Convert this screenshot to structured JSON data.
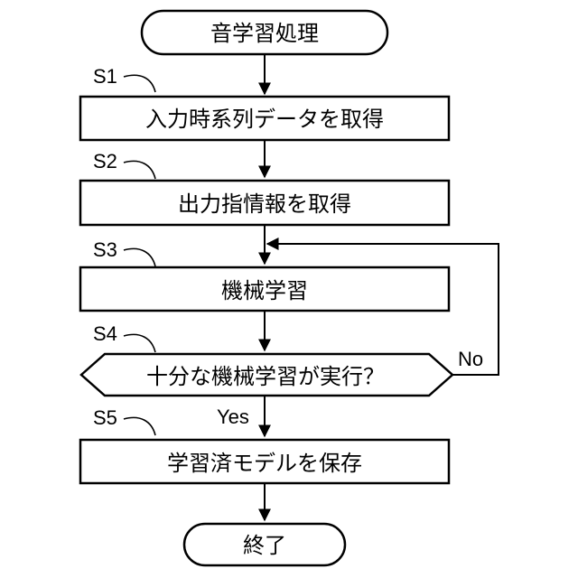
{
  "diagram": {
    "start": {
      "text": "音学習処理"
    },
    "steps": [
      {
        "id": "S1",
        "text": "入力時系列データを取得"
      },
      {
        "id": "S2",
        "text": "出力指情報を取得"
      },
      {
        "id": "S3",
        "text": "機械学習"
      },
      {
        "id": "S4",
        "text": "十分な機械学習が実行？"
      },
      {
        "id": "S5",
        "text": "学習済モデルを保存"
      }
    ],
    "end": {
      "text": "終了"
    },
    "branch_yes": "Yes",
    "branch_no": "No"
  }
}
